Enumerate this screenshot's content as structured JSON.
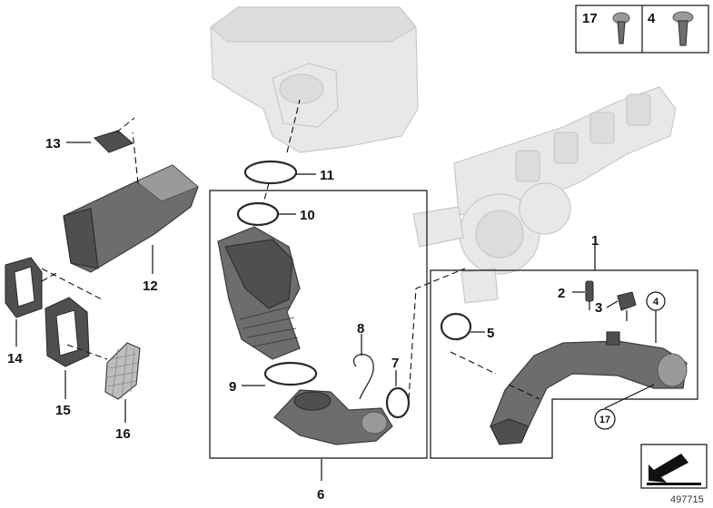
{
  "diagram": {
    "callouts": {
      "c1": "1",
      "c2": "2",
      "c3": "3",
      "c4": "4",
      "c5": "5",
      "c6": "6",
      "c7": "7",
      "c8": "8",
      "c9": "9",
      "c10": "10",
      "c11": "11",
      "c12": "12",
      "c13": "13",
      "c14": "14",
      "c15": "15",
      "c16": "16",
      "c17": "17"
    },
    "ref_circles": {
      "r4": "4",
      "r17": "17"
    },
    "fastener_box": {
      "left_label": "17",
      "right_label": "4"
    },
    "diagram_number": "497715"
  }
}
